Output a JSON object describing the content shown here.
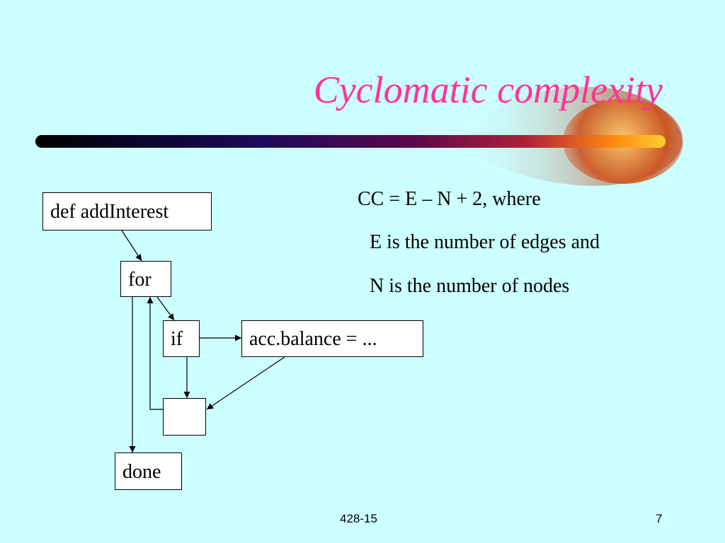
{
  "slide": {
    "title": "Cyclomatic complexity",
    "title_color": "#ff3399",
    "background": "#ccffff"
  },
  "diagram": {
    "nodes": {
      "def": "def addInterest",
      "for": "for",
      "if": "if",
      "acc": "acc.balance = ...",
      "empty": "",
      "done": "done"
    },
    "edges": [
      [
        "def",
        "for"
      ],
      [
        "for",
        "if"
      ],
      [
        "for",
        "done"
      ],
      [
        "if",
        "acc"
      ],
      [
        "if",
        "empty"
      ],
      [
        "acc",
        "empty"
      ],
      [
        "empty",
        "for"
      ]
    ]
  },
  "formula": {
    "line1": "CC = E – N + 2, where",
    "line2": "E is the number of edges and",
    "line3": "N is the number of nodes"
  },
  "footer": {
    "course": "428-15",
    "page_number": "7"
  }
}
